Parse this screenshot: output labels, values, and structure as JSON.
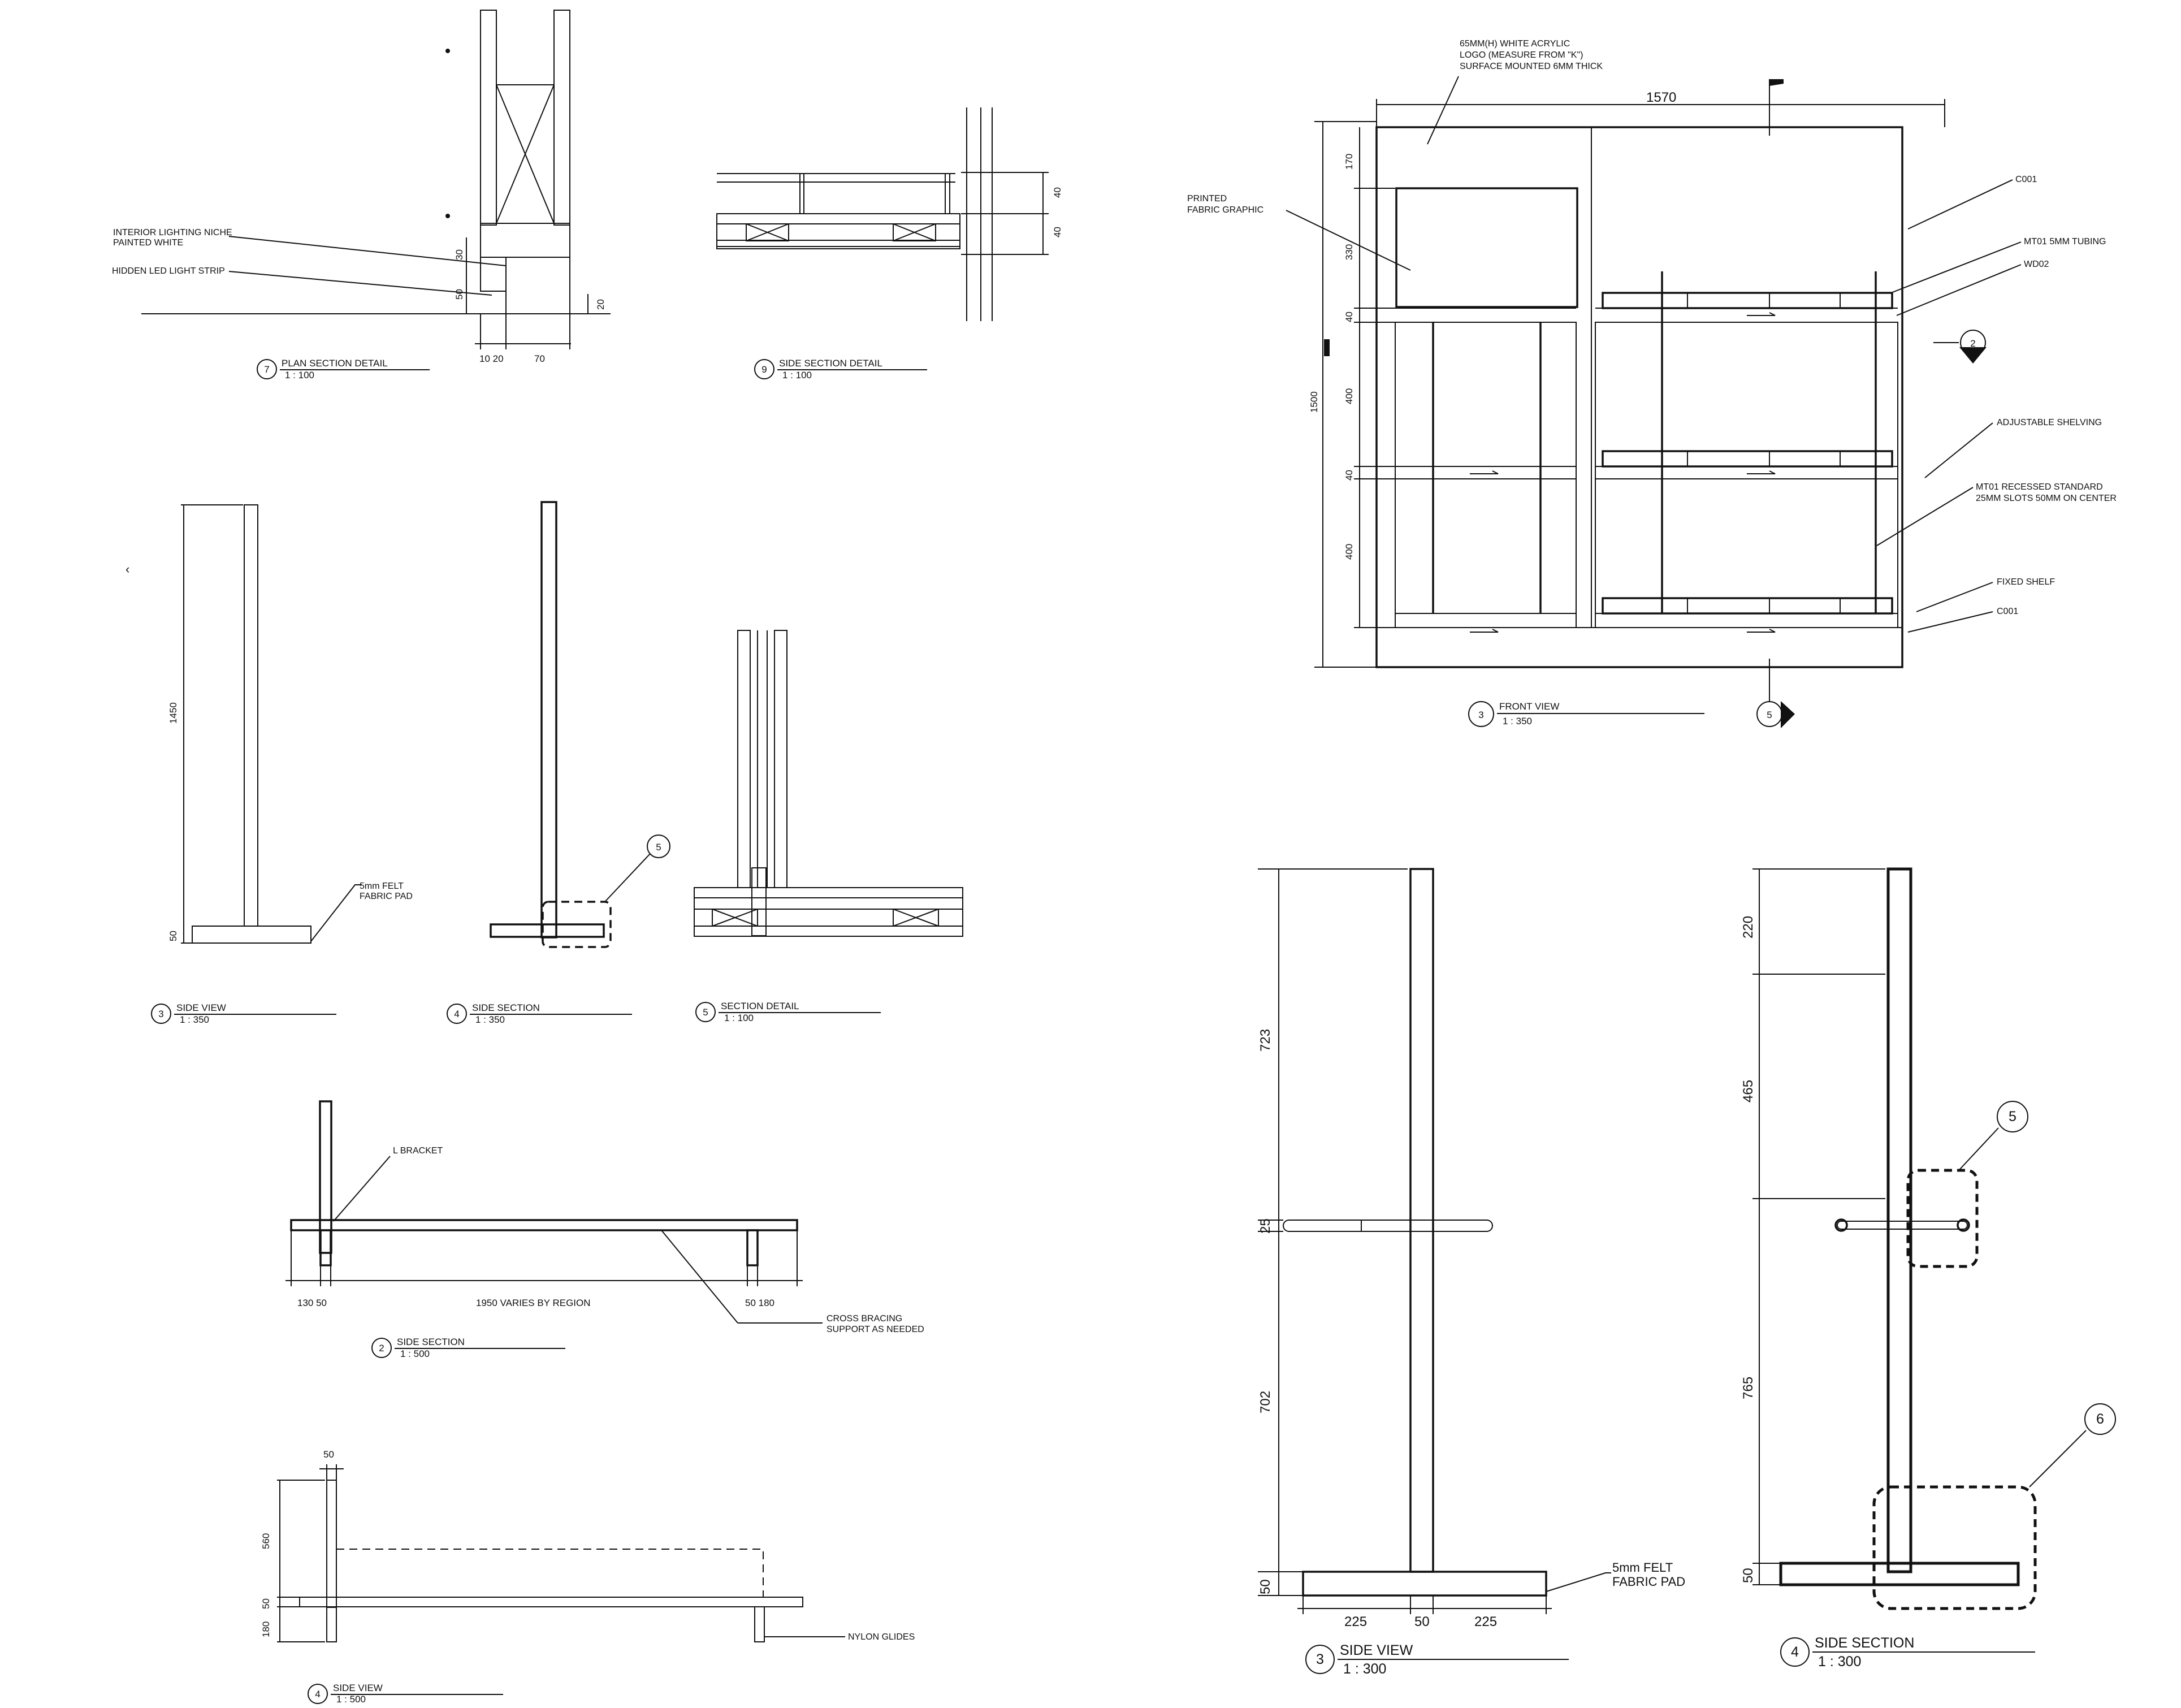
{
  "colors": {
    "ink": "#111111",
    "fill_dark": "#333333",
    "hatch": "#444444",
    "background": "#ffffff"
  },
  "details": {
    "plan_section": {
      "num": "7",
      "title": "PLAN SECTION DETAIL",
      "scale": "1 : 100",
      "labels": {
        "niche_1": "INTERIOR LIGHTING NICHE",
        "niche_2": "PAINTED WHITE",
        "led": "HIDDEN LED LIGHT STRIP"
      },
      "dims": {
        "d30": "30",
        "d50": "50",
        "d20r": "20",
        "d10_20": "10 20",
        "d70": "70"
      }
    },
    "side_section_9": {
      "num": "9",
      "title": "SIDE SECTION DETAIL",
      "scale": "1 : 100",
      "dims": {
        "d40a": "40",
        "d40b": "40"
      }
    },
    "side_view_3_small": {
      "num": "3",
      "title": "SIDE VIEW",
      "scale": "1 : 350",
      "dims": {
        "d1450": "1450",
        "d50": "50"
      },
      "labels": {
        "pad_1": "5mm FELT",
        "pad_2": "FABRIC PAD"
      },
      "mark": "‹"
    },
    "side_section_4_small": {
      "num": "4",
      "title": "SIDE SECTION",
      "scale": "1 : 350",
      "callout": "5"
    },
    "section_detail_5": {
      "num": "5",
      "title": "SECTION DETAIL",
      "scale": "1 : 100"
    },
    "side_section_2": {
      "num": "2",
      "title": "SIDE SECTION",
      "scale": "1 : 500",
      "labels": {
        "bracket": "L BRACKET",
        "brace_1": "CROSS BRACING",
        "brace_2": "SUPPORT AS NEEDED"
      },
      "dims": {
        "left": "130 50",
        "span": "1950 VARIES BY REGION",
        "right": "50 180"
      }
    },
    "side_view_4": {
      "num": "4",
      "title": "SIDE VIEW",
      "scale": "1 : 500",
      "dims": {
        "d50": "50",
        "d560": "560",
        "d50b": "50",
        "d180": "180"
      },
      "labels": {
        "glides": "NYLON GLIDES"
      }
    },
    "front_view_3": {
      "num": "3",
      "title": "FRONT VIEW",
      "scale": "1 : 350",
      "labels": {
        "logo_1": "65MM(H) WHITE ACRYLIC",
        "logo_2": "LOGO (MEASURE FROM \"K\")",
        "logo_3": "SURFACE MOUNTED 6MM THICK",
        "fabric_1": "PRINTED",
        "fabric_2": "FABRIC GRAPHIC",
        "c001_top": "C001",
        "mt01_tubing": "MT01 5MM TUBING",
        "wd02": "WD02",
        "adjustable": "ADJUSTABLE SHELVING",
        "mt01_std_1": "MT01 RECESSED STANDARD",
        "mt01_std_2": "25MM SLOTS 50MM ON CENTER",
        "fixed": "FIXED SHELF",
        "c001_bottom": "C001"
      },
      "dims": {
        "d1570": "1570",
        "d170": "170",
        "d330": "330",
        "d40a": "40",
        "d400a": "400",
        "d40b": "40",
        "d400b": "400",
        "d1500": "1500"
      },
      "markers": {
        "right": "2",
        "bottom": "5"
      }
    },
    "side_view_3_large": {
      "num": "3",
      "title": "SIDE VIEW",
      "scale": "1 : 300",
      "dims": {
        "d723": "723",
        "d25": "25",
        "d702": "702",
        "d50": "50",
        "d225a": "225",
        "d50b": "50",
        "d225b": "225"
      },
      "labels": {
        "pad_1": "5mm FELT",
        "pad_2": "FABRIC PAD"
      }
    },
    "side_section_4_large": {
      "num": "4",
      "title": "SIDE SECTION",
      "scale": "1 : 300",
      "dims": {
        "d220": "220",
        "d465": "465",
        "d765": "765",
        "d50": "50"
      },
      "callouts": {
        "c5": "5",
        "c6": "6"
      }
    }
  }
}
